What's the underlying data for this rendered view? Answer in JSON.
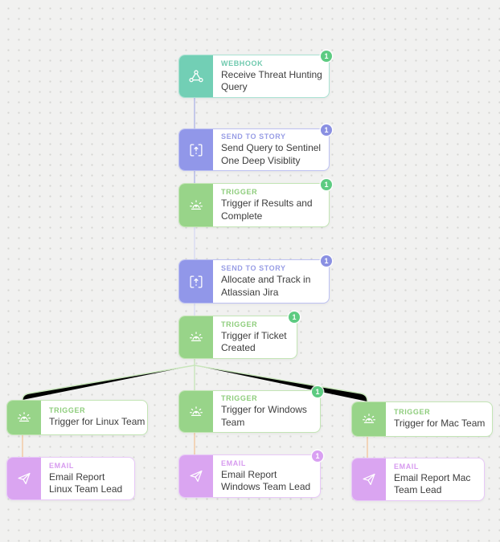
{
  "canvas": {
    "background": "#f1f1f0",
    "dot_color": "#d5d5d3"
  },
  "colors": {
    "webhook": "#72cfb5",
    "send_to_story": "#9197e9",
    "trigger": "#98d489",
    "email": "#daa5f1",
    "badge_green": "#5dcb81",
    "badge_purple": "#8a90e2",
    "badge_violet": "#d9a0f2",
    "line_blue": "#b2b7e8",
    "line_faint": "#d8dcf3",
    "line_green": "#c8e6bb",
    "line_orange": "#f2c7a0",
    "text": "#3d3d3d"
  },
  "nodes": [
    {
      "type": "WEBHOOK",
      "name": "Receive Threat Hunting Query",
      "badge": "1"
    },
    {
      "type": "SEND TO STORY",
      "name": "Send Query to Sentinel One Deep Visiblity",
      "badge": "1"
    },
    {
      "type": "TRIGGER",
      "name": "Trigger if Results and Complete",
      "badge": "1"
    },
    {
      "type": "SEND TO STORY",
      "name": "Allocate and Track in Atlassian Jira",
      "badge": "1"
    },
    {
      "type": "TRIGGER",
      "name": "Trigger if Ticket Created",
      "badge": "1"
    },
    {
      "type": "TRIGGER",
      "name": "Trigger for Linux Team"
    },
    {
      "type": "TRIGGER",
      "name": "Trigger for Windows Team",
      "badge": "1"
    },
    {
      "type": "TRIGGER",
      "name": "Trigger for Mac Team"
    },
    {
      "type": "EMAIL",
      "name": "Email Report Linux Team Lead"
    },
    {
      "type": "EMAIL",
      "name": "Email Report Windows Team Lead",
      "badge": "1"
    },
    {
      "type": "EMAIL",
      "name": "Email Report Mac Team Lead"
    }
  ]
}
